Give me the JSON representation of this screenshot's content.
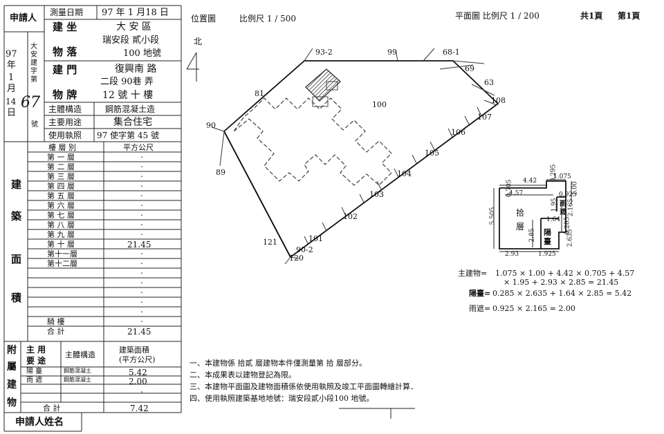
{
  "header": {
    "applicant_label": "申請人",
    "survey_date_label": "測量日期",
    "survey_date": "97 年  1 月18 日",
    "date_col": {
      "year": "97",
      "year_unit": "年",
      "month": "1",
      "month_unit": "月",
      "day": "14",
      "day_unit": "日"
    },
    "permit_col": {
      "chars": "大安建字第",
      "no": "67",
      "no_unit": "號"
    },
    "location_label_1": "建  坐",
    "location_label_2": "物  落",
    "location_1": "大  安  區",
    "location_2": "瑞安段 貳小段",
    "location_3": "100  地號",
    "door_label_1": "建  門",
    "door_label_2": "物  牌",
    "door_1": "復興南  路",
    "door_2": "二段 90巷  弄",
    "door_3": "12  號 十 樓",
    "structure_label": "主體構造",
    "structure": "鋼筋混凝土造",
    "usage_label": "主要用途",
    "usage": "集合住宅",
    "license_label": "使用執照",
    "license": "97 使字第 45  號"
  },
  "area_table": {
    "side_label": [
      "建",
      "築",
      "面",
      "積"
    ],
    "col_floor": "樓 層 別",
    "col_area": "平方公尺",
    "rows": [
      {
        "floor": "第 一 層",
        "area": "."
      },
      {
        "floor": "第 二 層",
        "area": "."
      },
      {
        "floor": "第 三 層",
        "area": "."
      },
      {
        "floor": "第 四 層",
        "area": "."
      },
      {
        "floor": "第 五 層",
        "area": "."
      },
      {
        "floor": "第 六 層",
        "area": "."
      },
      {
        "floor": "第 七 層",
        "area": "."
      },
      {
        "floor": "第 八 層",
        "area": "."
      },
      {
        "floor": "第 九 層",
        "area": "."
      },
      {
        "floor": "第 十 層",
        "area": "21.45"
      },
      {
        "floor": "第十一層",
        "area": "."
      },
      {
        "floor": "第十二層",
        "area": "."
      },
      {
        "floor": "",
        "area": "."
      },
      {
        "floor": "",
        "area": "."
      },
      {
        "floor": "",
        "area": "."
      },
      {
        "floor": "",
        "area": "."
      },
      {
        "floor": "",
        "area": "."
      },
      {
        "floor": "騎  樓",
        "area": "."
      },
      {
        "floor": "合  計",
        "area": "21.45"
      }
    ]
  },
  "annex": {
    "side_label": [
      "附",
      "屬",
      "建",
      "物"
    ],
    "col_use": "主 用\n要 途",
    "col_struct": "主體構造",
    "col_area": "建築面積\n(平方公尺)",
    "rows": [
      {
        "use": "陽  臺",
        "struct": "鋼筋混凝土",
        "area": "5.42"
      },
      {
        "use": "雨  遮",
        "struct": "鋼筋混凝土",
        "area": "2.00"
      },
      {
        "use": "",
        "struct": "",
        "area": "."
      }
    ],
    "total_label": "合  計",
    "total": "7.42"
  },
  "footer_label": "申請人姓名",
  "location_map": {
    "title": "位置圖",
    "scale": "比例尺  1 / 500",
    "north": "北",
    "lots": [
      "93-2",
      "99",
      "68-1",
      "69",
      "63",
      "108",
      "107",
      "106",
      "105",
      "104",
      "103",
      "102",
      "101",
      "121",
      "90-2",
      "120",
      "89",
      "90",
      "81",
      "100"
    ]
  },
  "plan": {
    "title": "平面圖  比例尺  1 / 200",
    "pages": "共1頁",
    "page": "第1頁",
    "dims": [
      "4.42",
      "0.295",
      "1.075",
      "4.57",
      "0.705",
      "0.925",
      "1.95",
      "2.165",
      "1.00",
      "5.505",
      "1.64",
      "0.285",
      "2.85",
      "2.635",
      "2.93",
      "1.925"
    ],
    "room_main": "拾\n層",
    "room_canopy": "雨\n遮",
    "room_balcony": "陽\n臺"
  },
  "formulas": [
    {
      "label": "主建物=",
      "text": "1.075 × 1.00 + 4.42 × 0.705 + 4.57",
      "text2": "× 1.95 + 2.93 × 2.85 = 21.45"
    },
    {
      "label": "陽臺=",
      "text": "0.285 × 2.635 + 1.64 × 2.85 = 5.42"
    },
    {
      "label": "雨遮=",
      "text": "0.925 × 2.165 = 2.00"
    }
  ],
  "notes": [
    "一、本建物係  拾貳 層建物本件僅測量第    拾   層部分。",
    "二、本成果表以建物登記為限。",
    "三、本建物平面圖及建物面積係依使用執照及竣工平面圖轉繪計算．",
    "四、使用執照建築基地地號：瑞安段貳小段100 地號。"
  ]
}
